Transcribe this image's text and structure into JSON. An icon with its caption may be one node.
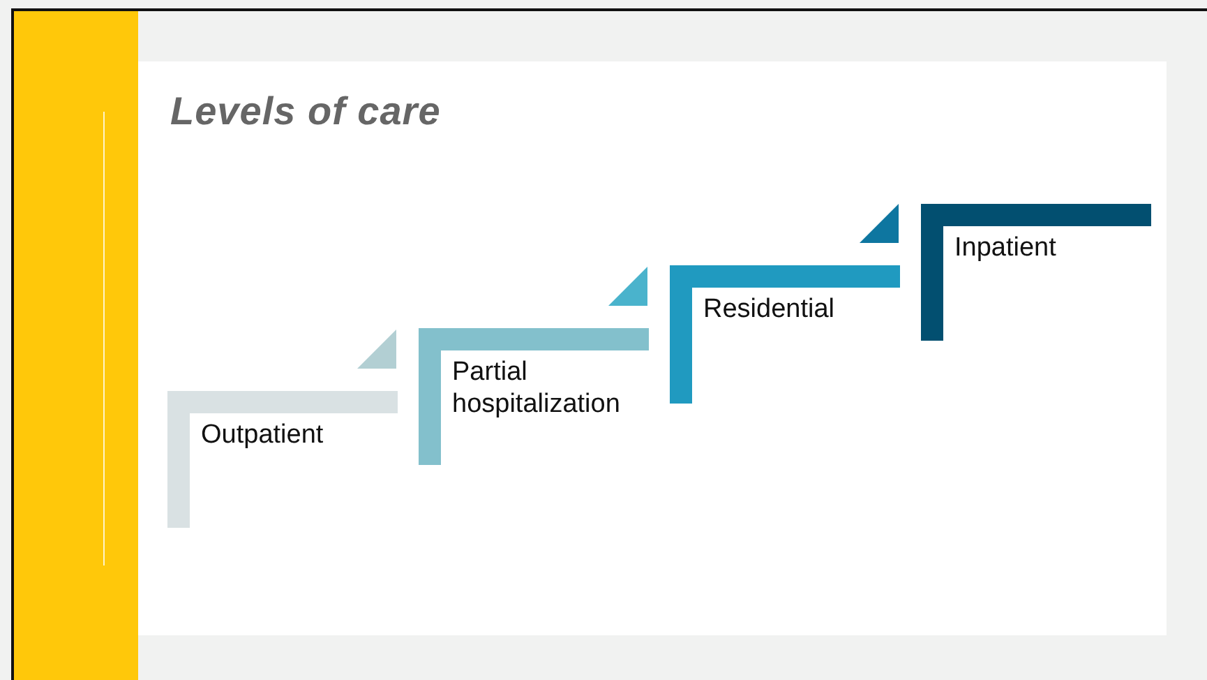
{
  "diagram": {
    "title": "Levels of care",
    "nodes": [
      {
        "text": [
          "Outpatient"
        ]
      },
      {
        "text": [
          "Partial hospitalization"
        ]
      },
      {
        "text": [
          "Residential"
        ]
      },
      {
        "text": [
          "Inpatient"
        ]
      }
    ],
    "edges": []
  }
}
